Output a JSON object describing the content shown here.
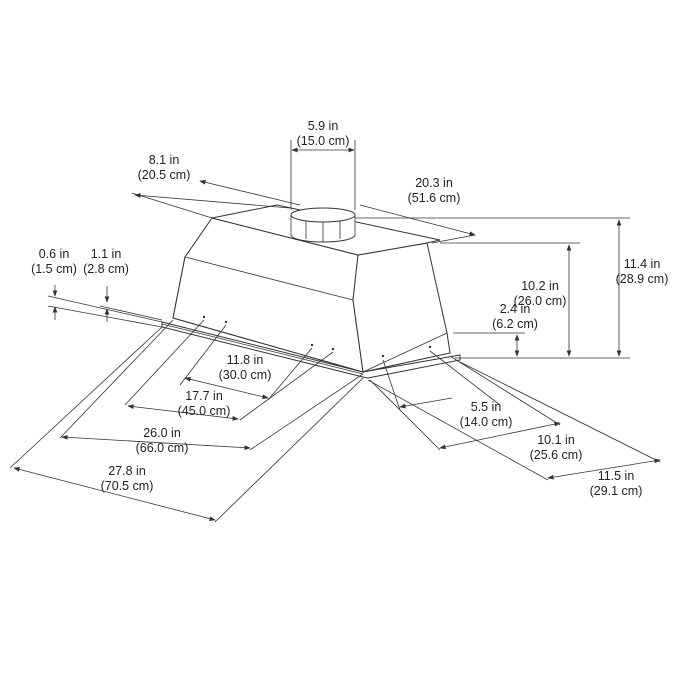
{
  "dimensions": {
    "duct_diameter": {
      "in": "5.9 in",
      "cm": "(15.0 cm)"
    },
    "duct_offset": {
      "in": "8.1 in",
      "cm": "(20.5 cm)"
    },
    "body_width": {
      "in": "20.3 in",
      "cm": "(51.6 cm)"
    },
    "total_height": {
      "in": "11.4 in",
      "cm": "(28.9 cm)"
    },
    "body_height": {
      "in": "10.2 in",
      "cm": "(26.0 cm)"
    },
    "flange_thickness": {
      "in": "0.6 in",
      "cm": "(1.5 cm)"
    },
    "flange_height": {
      "in": "1.1 in",
      "cm": "(2.8 cm)"
    },
    "lower_height": {
      "in": "2.4 in",
      "cm": "(6.2 cm)"
    },
    "hole_spacing_inner": {
      "in": "11.8 in",
      "cm": "(30.0 cm)"
    },
    "hole_spacing_outer": {
      "in": "17.7 in",
      "cm": "(45.0 cm)"
    },
    "body_length": {
      "in": "26.0 in",
      "cm": "(66.0 cm)"
    },
    "flange_length": {
      "in": "27.8 in",
      "cm": "(70.5 cm)"
    },
    "hole_depth": {
      "in": "5.5 in",
      "cm": "(14.0 cm)"
    },
    "body_depth": {
      "in": "10.1 in",
      "cm": "(25.6 cm)"
    },
    "flange_depth": {
      "in": "11.5 in",
      "cm": "(29.1 cm)"
    }
  }
}
